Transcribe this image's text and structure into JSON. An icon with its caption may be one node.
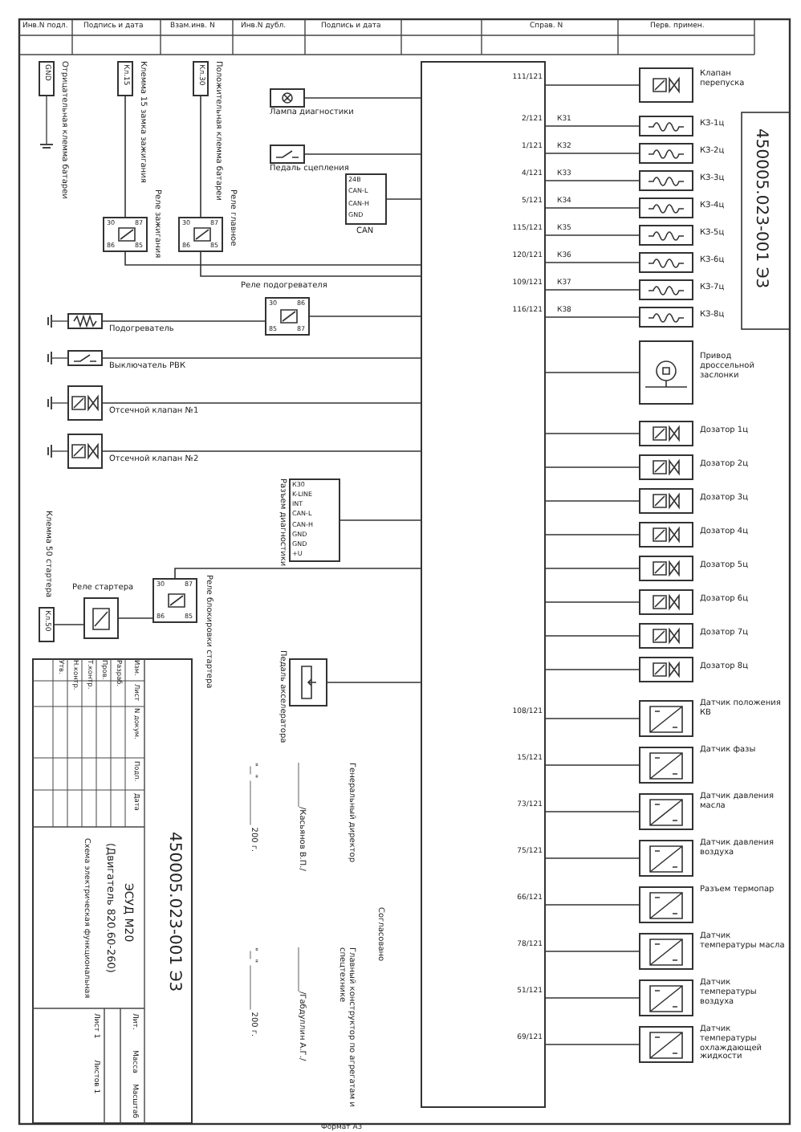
{
  "diagram": {
    "nodes": [
      {
        "text": [],
        "shape": "box"
      },
      {
        "text": [
          "GND"
        ],
        "beside": [
          "Отрицательная клемма батареи"
        ]
      },
      {
        "text": [
          "Кл.15"
        ],
        "beside": [
          "Клемма 15 замка зажигания"
        ]
      },
      {
        "text": [
          "Кл.30"
        ],
        "beside": [
          "Положительная клемма батареи"
        ]
      },
      {
        "text": [
          "30",
          "87",
          "86",
          "85"
        ],
        "beside": [
          "Реле зажигания"
        ]
      },
      {
        "text": [
          "30",
          "87",
          "86",
          "85"
        ],
        "beside": [
          "Реле главное"
        ]
      },
      {
        "text": [],
        "shape": "box",
        "beside": [
          "Лампа диагностики"
        ]
      },
      {
        "text": [],
        "shape": "box",
        "beside": [
          "Педаль сцепления"
        ]
      },
      {
        "text": [
          "24В",
          "CAN-L",
          "CAN-H",
          "GND"
        ],
        "beside": [
          "CAN"
        ]
      },
      {
        "text": [
          "30",
          "86",
          "85",
          "87"
        ],
        "beside": [
          "Реле подогревателя"
        ]
      },
      {
        "text": [],
        "shape": "box",
        "beside": [
          "Подогреватель"
        ]
      },
      {
        "text": [],
        "shape": "box",
        "beside": [
          "Выключатель РВК"
        ]
      },
      {
        "text": [],
        "shape": "box",
        "beside": [
          "Отсечной клапан №1"
        ]
      },
      {
        "text": [],
        "shape": "box",
        "beside": [
          "Отсечной клапан №2"
        ]
      },
      {
        "text": [
          "К30",
          "K-LINE",
          "INT",
          "CAN-L",
          "CAN-H",
          "GND",
          "GND",
          "+U"
        ],
        "beside": [
          "Разъем диагностики"
        ]
      },
      {
        "text": [
          "30",
          "87",
          "86",
          "85"
        ],
        "beside": [
          "Реле блокировки стартера"
        ]
      },
      {
        "text": [],
        "shape": "box",
        "beside": [
          "Реле стартера"
        ]
      },
      {
        "text": [
          "Кл.50"
        ],
        "beside": [
          "Клемма 50 стартера"
        ]
      },
      {
        "text": [],
        "shape": "box",
        "beside": [
          "Педаль акселератора"
        ]
      },
      {
        "text": [],
        "shape": "box",
        "beside": [
          "Клапан перепуска"
        ]
      },
      {
        "text": [],
        "shape": "box",
        "beside": [
          "КЗ-1ц"
        ]
      },
      {
        "text": [],
        "shape": "box",
        "beside": [
          "КЗ-2ц"
        ]
      },
      {
        "text": [],
        "shape": "box",
        "beside": [
          "КЗ-3ц"
        ]
      },
      {
        "text": [],
        "shape": "box",
        "beside": [
          "КЗ-4ц"
        ]
      },
      {
        "text": [],
        "shape": "box",
        "beside": [
          "КЗ-5ц"
        ]
      },
      {
        "text": [],
        "shape": "box",
        "beside": [
          "КЗ-6ц"
        ]
      },
      {
        "text": [],
        "shape": "box",
        "beside": [
          "КЗ-7ц"
        ]
      },
      {
        "text": [],
        "shape": "box",
        "beside": [
          "КЗ-8ц"
        ]
      },
      {
        "text": [],
        "shape": "box",
        "beside": [
          "Привод дроссельной заслонки"
        ]
      },
      {
        "text": [],
        "shape": "box",
        "beside": [
          "Дозатор 1ц"
        ]
      },
      {
        "text": [],
        "shape": "box",
        "beside": [
          "Дозатор 2ц"
        ]
      },
      {
        "text": [],
        "shape": "box",
        "beside": [
          "Дозатор 3ц"
        ]
      },
      {
        "text": [],
        "shape": "box",
        "beside": [
          "Дозатор 4ц"
        ]
      },
      {
        "text": [],
        "shape": "box",
        "beside": [
          "Дозатор 5ц"
        ]
      },
      {
        "text": [],
        "shape": "box",
        "beside": [
          "Дозатор 6ц"
        ]
      },
      {
        "text": [],
        "shape": "box",
        "beside": [
          "Дозатор 7ц"
        ]
      },
      {
        "text": [],
        "shape": "box",
        "beside": [
          "Дозатор 8ц"
        ]
      },
      {
        "text": [],
        "shape": "box",
        "beside": [
          "Датчик положения КВ"
        ]
      },
      {
        "text": [],
        "shape": "box",
        "beside": [
          "Датчик фазы"
        ]
      },
      {
        "text": [],
        "shape": "box",
        "beside": [
          "Датчик давления масла"
        ]
      },
      {
        "text": [],
        "shape": "box",
        "beside": [
          "Датчик давления воздуха"
        ]
      },
      {
        "text": [],
        "shape": "box",
        "beside": [
          "Разъем термопар"
        ]
      },
      {
        "text": [],
        "shape": "box",
        "beside": [
          "Датчик температуры масла"
        ]
      },
      {
        "text": [],
        "shape": "box",
        "beside": [
          "Датчик температуры воздуха"
        ]
      },
      {
        "text": [],
        "shape": "box",
        "beside": [
          "Датчик температуры охлаждающей жидкости"
        ]
      }
    ],
    "edges": [
      {
        "from": 2,
        "to": 4,
        "arrow": "none"
      },
      {
        "from": 3,
        "to": 5,
        "arrow": "none"
      },
      {
        "from": 4,
        "to": 0,
        "arrow": "none"
      },
      {
        "from": 5,
        "to": 0,
        "arrow": "none"
      },
      {
        "from": 6,
        "to": 0,
        "arrow": "none"
      },
      {
        "from": 7,
        "to": 0,
        "arrow": "none"
      },
      {
        "from": 8,
        "to": 0,
        "arrow": "none"
      },
      {
        "from": 10,
        "to": 9,
        "arrow": "none"
      },
      {
        "from": 9,
        "to": 0,
        "arrow": "none"
      },
      {
        "from": 11,
        "to": 0,
        "arrow": "none"
      },
      {
        "from": 12,
        "to": 0,
        "arrow": "none"
      },
      {
        "from": 13,
        "to": 0,
        "arrow": "none"
      },
      {
        "from": 14,
        "to": 0,
        "arrow": "none"
      },
      {
        "from": 17,
        "to": 16,
        "arrow": "none"
      },
      {
        "from": 16,
        "to": 15,
        "arrow": "none"
      },
      {
        "from": 15,
        "to": 0,
        "arrow": "none"
      },
      {
        "from": 18,
        "to": 0,
        "arrow": "none"
      },
      {
        "from": 0,
        "to": 19,
        "arrow": "none"
      },
      {
        "from": 0,
        "to": 20,
        "label": "К31",
        "arrow": "none"
      },
      {
        "from": 0,
        "to": 21,
        "label": "К32",
        "arrow": "none"
      },
      {
        "from": 0,
        "to": 22,
        "label": "К33",
        "arrow": "none"
      },
      {
        "from": 0,
        "to": 23,
        "label": "К34",
        "arrow": "none"
      },
      {
        "from": 0,
        "to": 24,
        "label": "К35",
        "arrow": "none"
      },
      {
        "from": 0,
        "to": 25,
        "label": "К36",
        "arrow": "none"
      },
      {
        "from": 0,
        "to": 26,
        "label": "К37",
        "arrow": "none"
      },
      {
        "from": 0,
        "to": 27,
        "label": "К38",
        "arrow": "none"
      },
      {
        "from": 0,
        "to": 28,
        "arrow": "none"
      },
      {
        "from": 0,
        "to": 29,
        "arrow": "none"
      },
      {
        "from": 0,
        "to": 30,
        "arrow": "none"
      },
      {
        "from": 0,
        "to": 31,
        "arrow": "none"
      },
      {
        "from": 0,
        "to": 32,
        "arrow": "none"
      },
      {
        "from": 0,
        "to": 33,
        "arrow": "none"
      },
      {
        "from": 0,
        "to": 34,
        "arrow": "none"
      },
      {
        "from": 0,
        "to": 35,
        "arrow": "none"
      },
      {
        "from": 0,
        "to": 36,
        "arrow": "none"
      },
      {
        "from": 0,
        "to": 37,
        "arrow": "none"
      },
      {
        "from": 0,
        "to": 38,
        "arrow": "none"
      },
      {
        "from": 0,
        "to": 39,
        "arrow": "none"
      },
      {
        "from": 0,
        "to": 40,
        "arrow": "none"
      },
      {
        "from": 0,
        "to": 41,
        "arrow": "none"
      },
      {
        "from": 0,
        "to": 42,
        "arrow": "none"
      },
      {
        "from": 0,
        "to": 43,
        "arrow": "none"
      },
      {
        "from": 0,
        "to": 44,
        "arrow": "none"
      }
    ],
    "labels": [
      "Инв.N подл.",
      "Подпись и дата",
      "Взам.инв. N",
      "Инв.N дубл.",
      "Подпись и дата",
      "Справ. N",
      "Перв. примен.",
      "450005.023-001 Э3",
      "111/121",
      "2/121",
      "1/121",
      "4/121",
      "5/121",
      "115/121",
      "120/121",
      "109/121",
      "116/121",
      "108/121",
      "15/121",
      "73/121",
      "75/121",
      "66/121",
      "78/121",
      "51/121",
      "69/121",
      "Согласовано",
      "Генеральный директор",
      "Главный конструктор по агрегатам и спецтехнике",
      "___________/Касьянов В.П./",
      "___________/Габдуллин А.Г./",
      "\"__\" ___________ 200 г.",
      "\"__\" ___________ 200 г.",
      "450005.023-001 Э3",
      "ЭСУД М20",
      "(Двигатель 820.60-260)",
      "Схема электрическая функциональная",
      "Лит.",
      "Масса",
      "Масштаб",
      "Лист 1",
      "Листов 1",
      "Изм.",
      "Лист",
      "N докум.",
      "Подп.",
      "Дата",
      "Разраб.",
      "Пров.",
      "Т.контр.",
      "Н.контр.",
      "Утв.",
      "Формат А3"
    ]
  }
}
